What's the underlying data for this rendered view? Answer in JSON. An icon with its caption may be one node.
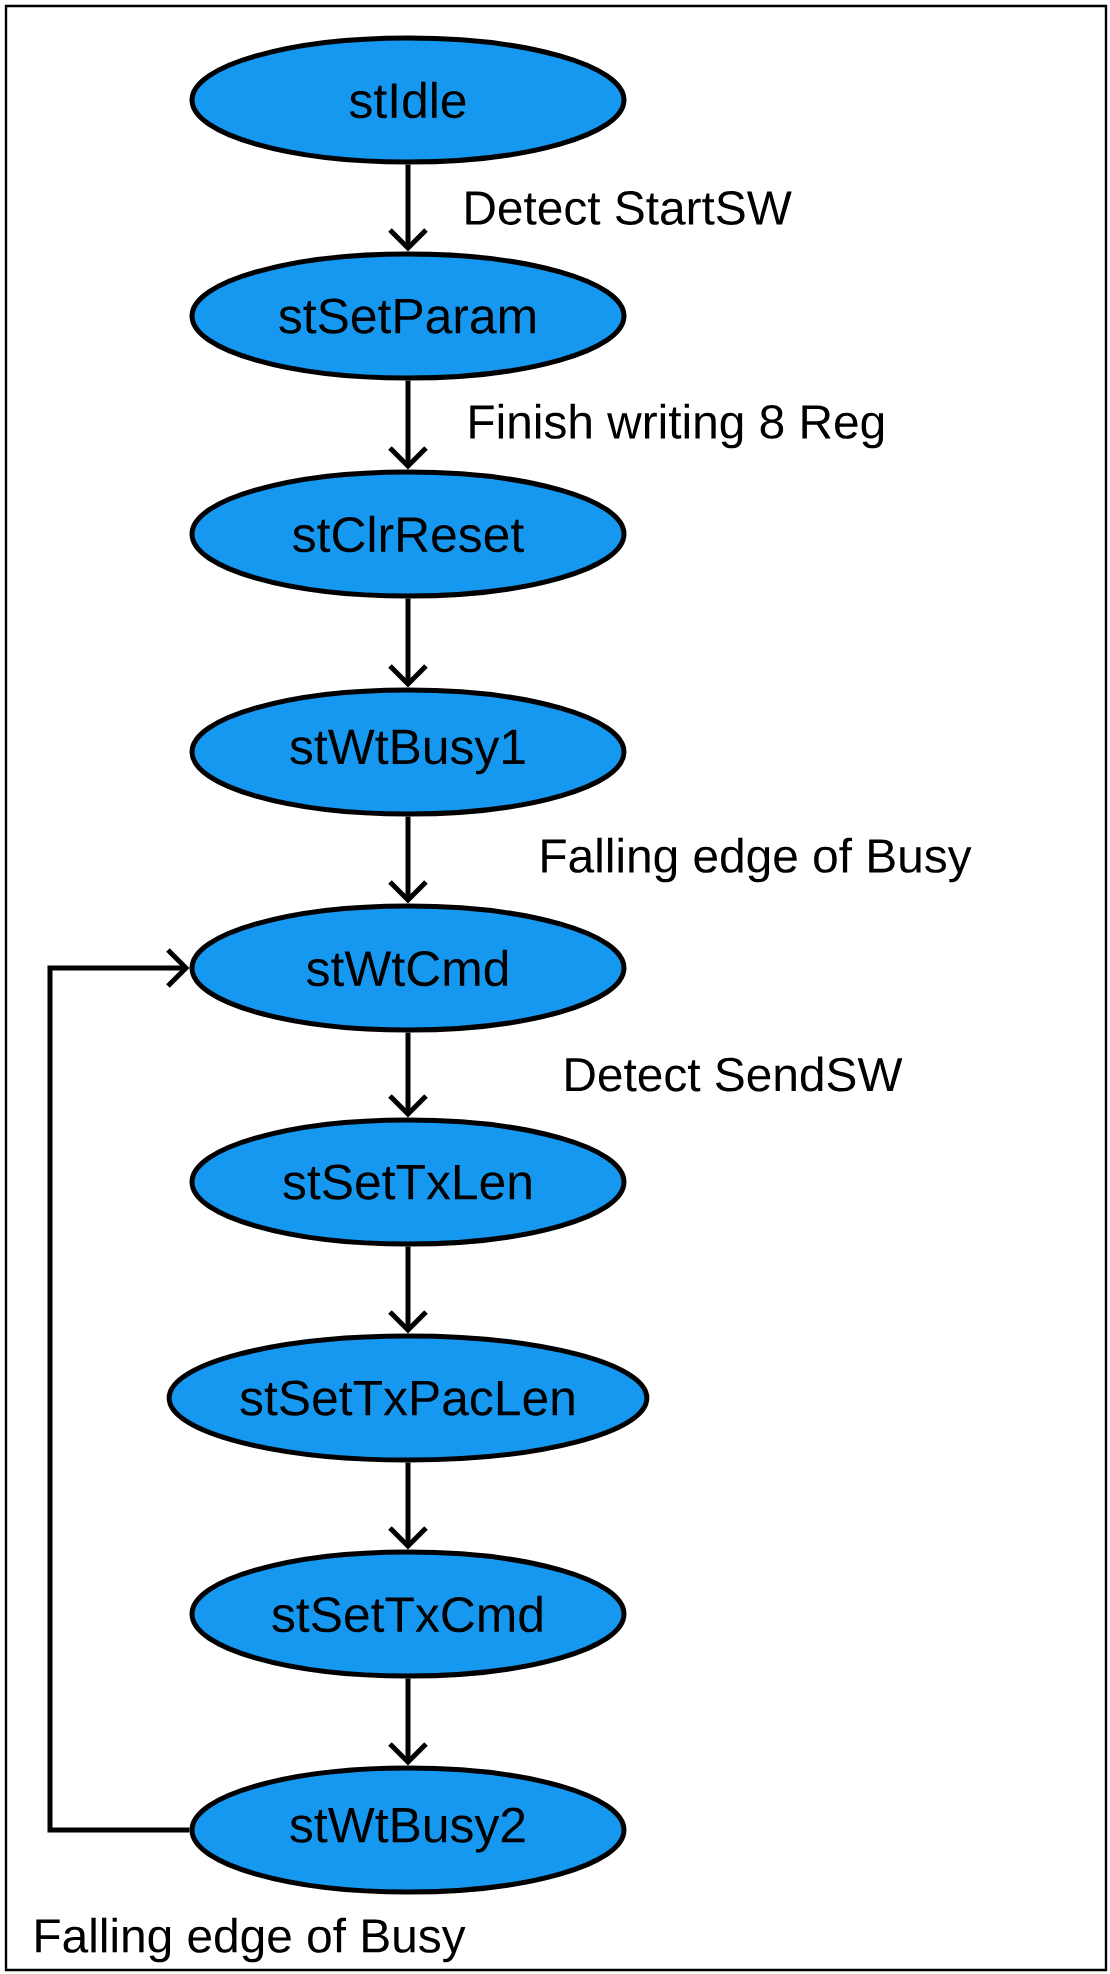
{
  "diagram": {
    "nodes": [
      {
        "text": [
          "stIdle"
        ]
      },
      {
        "text": [
          "stSetParam"
        ]
      },
      {
        "text": [
          "stClrReset"
        ]
      },
      {
        "text": [
          "stWtBusy1"
        ]
      },
      {
        "text": [
          "stWtCmd"
        ]
      },
      {
        "text": [
          "stSetTxLen"
        ]
      },
      {
        "text": [
          "stSetTxPacLen"
        ]
      },
      {
        "text": [
          "stSetTxCmd"
        ]
      },
      {
        "text": [
          "stWtBusy2"
        ]
      }
    ],
    "edges": [
      {
        "from": 0,
        "to": 1,
        "arrow": "to",
        "label": "Detect StartSW"
      },
      {
        "from": 1,
        "to": 2,
        "arrow": "to",
        "label": "Finish writing 8 Reg"
      },
      {
        "from": 2,
        "to": 3,
        "arrow": "to"
      },
      {
        "from": 3,
        "to": 4,
        "arrow": "to",
        "label": "Falling edge of Busy"
      },
      {
        "from": 4,
        "to": 5,
        "arrow": "to",
        "label": "Detect SendSW"
      },
      {
        "from": 5,
        "to": 6,
        "arrow": "to"
      },
      {
        "from": 6,
        "to": 7,
        "arrow": "to"
      },
      {
        "from": 7,
        "to": 8,
        "arrow": "to"
      },
      {
        "from": 8,
        "to": 4,
        "arrow": "to",
        "label": "Falling edge of Busy"
      }
    ]
  }
}
